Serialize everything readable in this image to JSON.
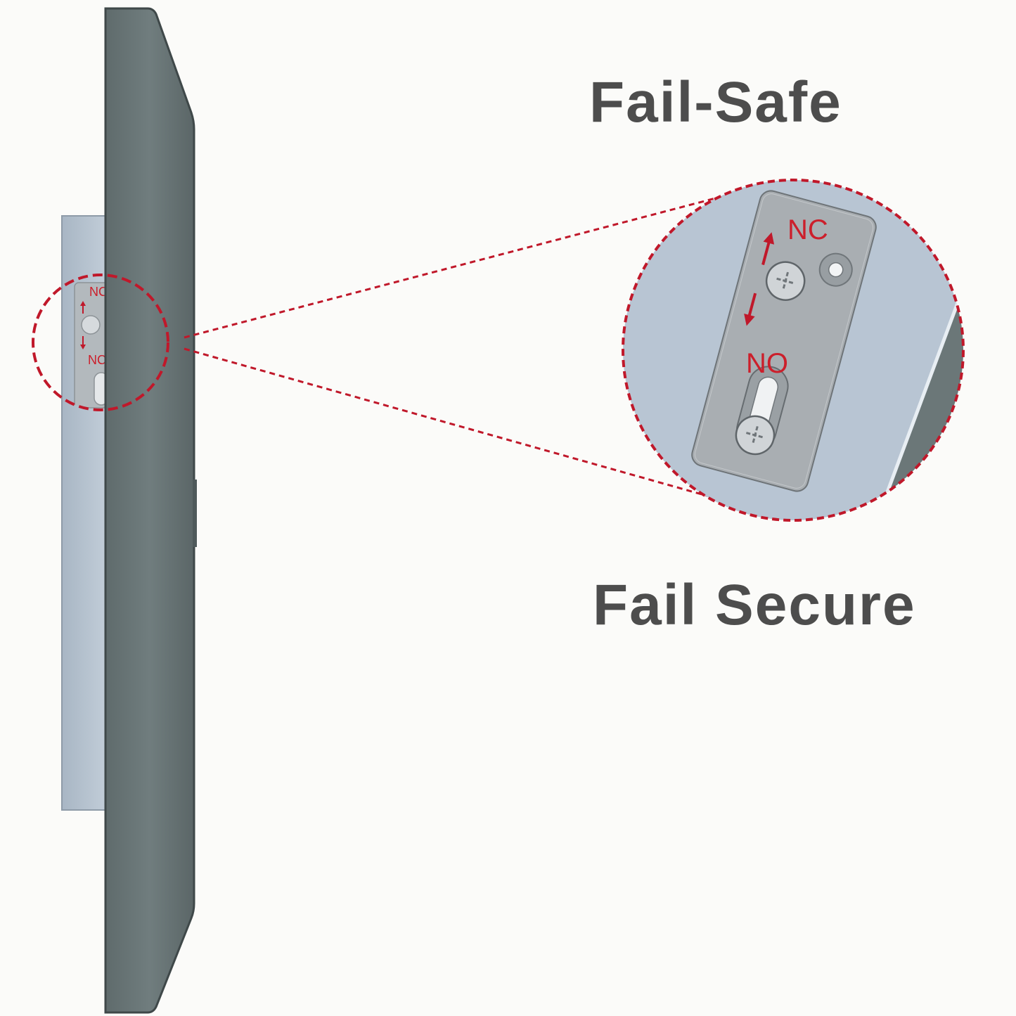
{
  "headings": {
    "fail_safe": "Fail-Safe",
    "fail_secure": "Fail Secure"
  },
  "plate_labels": {
    "nc": "NC",
    "no": "NO"
  },
  "colors": {
    "lock_body": "#6e7b7c",
    "strike_plate": "#b9c5d1",
    "callout_red": "#c0182a",
    "label_red": "#cc1f2b",
    "heading_gray": "#4d4d4d",
    "background": "#fbfbf9"
  }
}
